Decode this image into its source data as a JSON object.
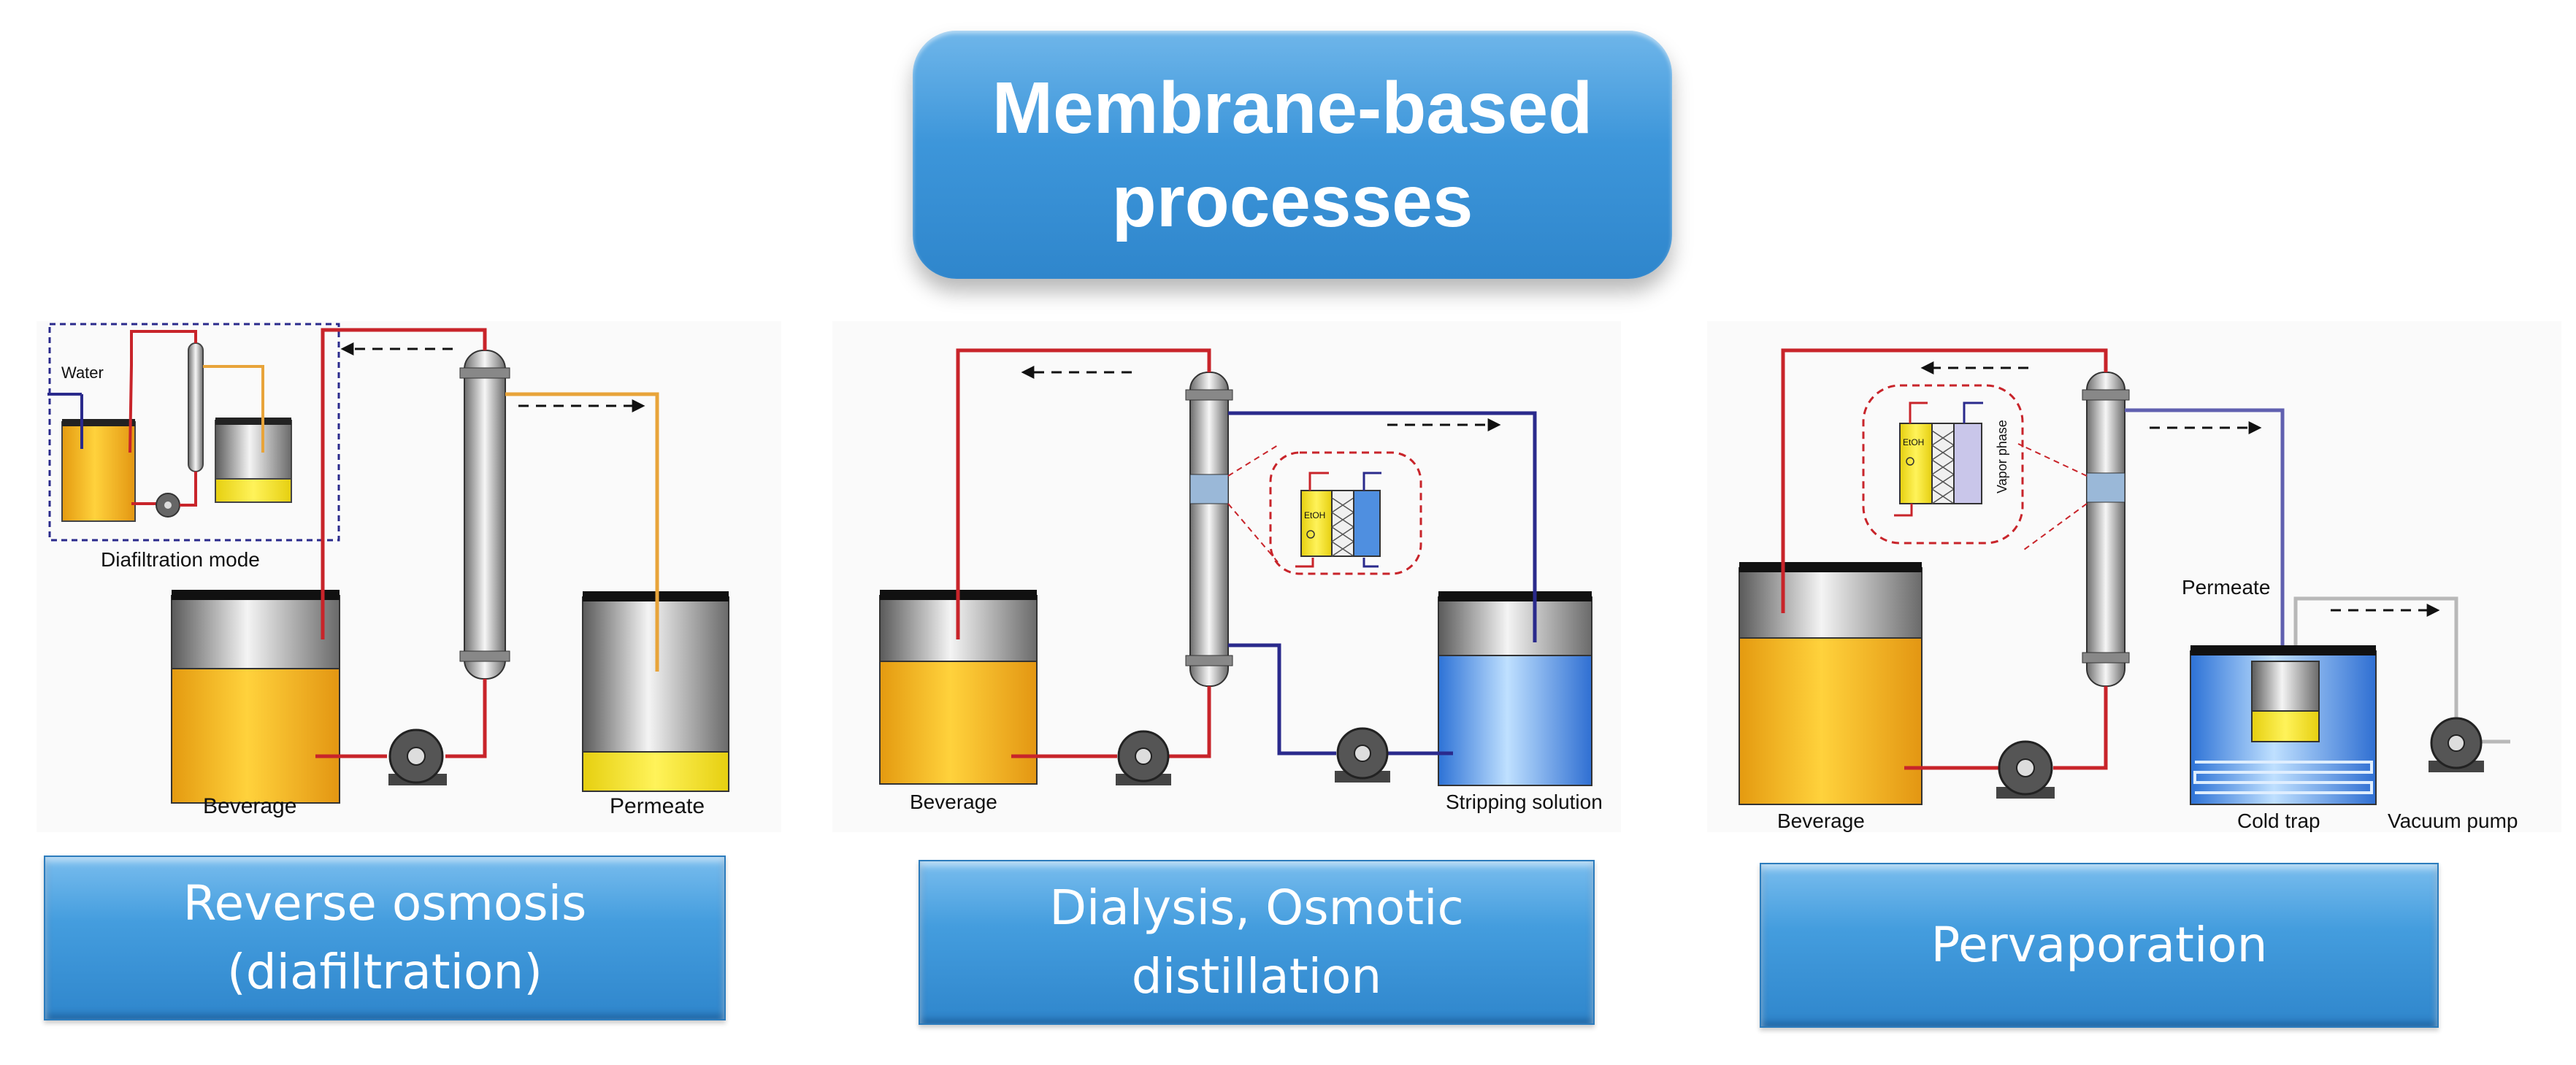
{
  "title": {
    "line1": "Membrane-based",
    "line2": "processes"
  },
  "panels": {
    "ro": {
      "diafiltration_water": "Water",
      "diafiltration_caption": "Diafiltration mode",
      "beverage": "Beverage",
      "permeate": "Permeate",
      "label_line1": "Reverse osmosis",
      "label_line2": "(diafiltration)"
    },
    "dialysis": {
      "beverage": "Beverage",
      "stripping": "Stripping solution",
      "etoh": "EtOH",
      "label_line1": "Dialysis, Osmotic",
      "label_line2": "distillation"
    },
    "perv": {
      "beverage": "Beverage",
      "permeate": "Permeate",
      "cold_trap": "Cold trap",
      "vacuum_pump": "Vacuum pump",
      "etoh": "EtOH",
      "vapor_phase": "Vapor phase",
      "label_line1": "Pervaporation"
    }
  },
  "colors": {
    "beverage": "#f2b21c",
    "pipe_red": "#c8242a",
    "pipe_orange": "#e8a43a",
    "pipe_navy": "#2a2a8c",
    "pipe_grey": "#b8b8b8",
    "stripping_blue": "#3f8fe0",
    "label_blue": "#3d96da"
  }
}
